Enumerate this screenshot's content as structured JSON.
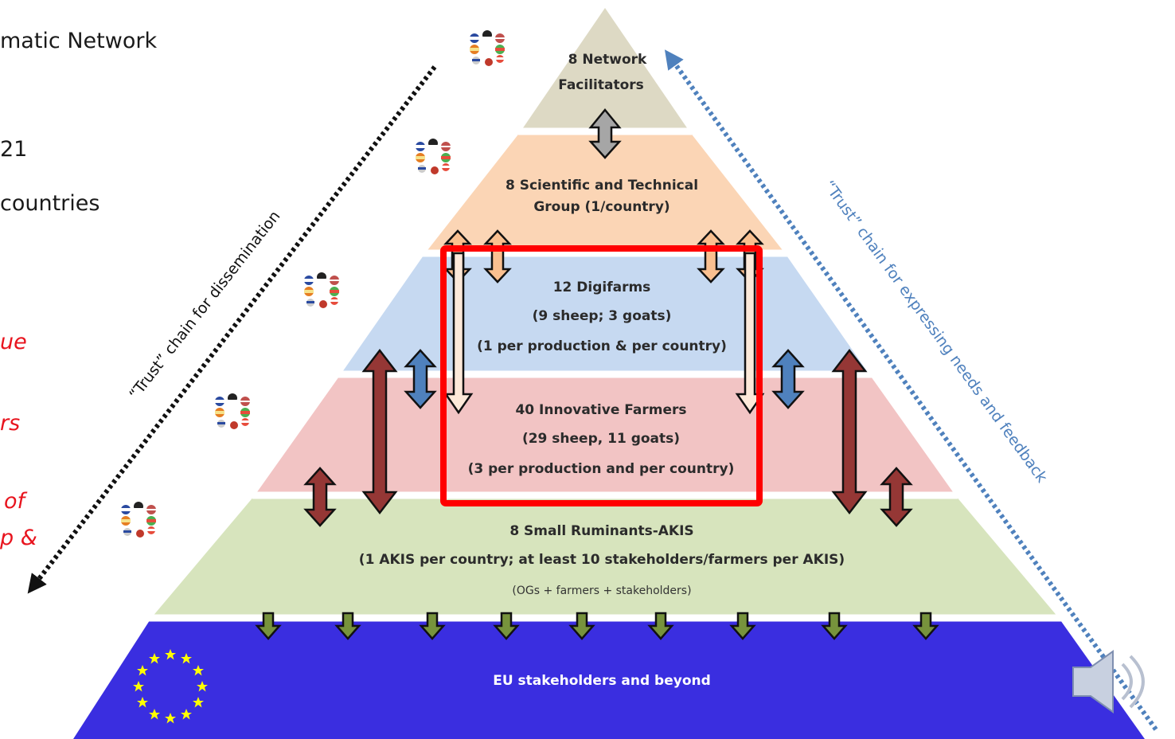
{
  "left_text": {
    "line1": "matic Network",
    "line2": "21",
    "line3": "countries",
    "red1": "ue",
    "red2": "rs",
    "red3": "of",
    "red4": "p &"
  },
  "pyramid": {
    "level1": "8 Network Facilitators",
    "level1_a": "8 Network",
    "level1_b": "Facilitators",
    "level2_a": "8 Scientific and Technical",
    "level2_b": "Group (1/country)",
    "level3_a": "12 Digifarms",
    "level3_b": "(9 sheep; 3 goats)",
    "level3_c": "(1 per production & per country)",
    "level4_a": "40 Innovative Farmers",
    "level4_b": "(29 sheep, 11 goats)",
    "level4_c": "(3 per production and per country)",
    "level5_a": "8 Small Ruminants-AKIS",
    "level5_b": "(1 AKIS per country; at least 10 stakeholders/farmers per AKIS)",
    "level5_c": "(OGs + farmers + stakeholders)",
    "level6": "EU stakeholders and beyond"
  },
  "chains": {
    "left": "“Trust” chain for dissemination",
    "right": "“Trust” chain for expressing needs and feedback"
  },
  "colors": {
    "level1": "#ddd9c4",
    "level2": "#fbd5b5",
    "level3": "#c6d9f1",
    "level4": "#f2c4c4",
    "level5": "#d7e4bd",
    "level6": "#3a2ee0",
    "highlight": "#ff0000",
    "left_chain": "#111111",
    "right_chain": "#4f81bd"
  },
  "icons": [
    "flag-cluster-icon",
    "eu-stars-icon",
    "speaker-icon"
  ]
}
